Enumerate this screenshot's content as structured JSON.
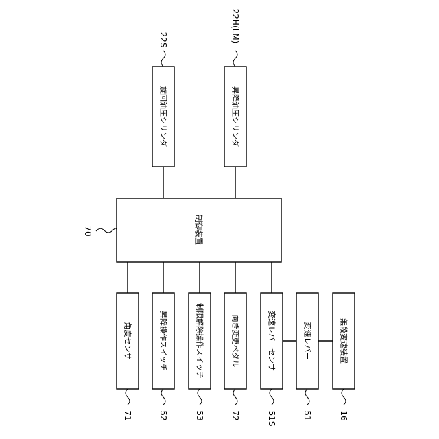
{
  "controller": {
    "ref": "70",
    "label": "制御装置"
  },
  "cylinders": [
    {
      "id": "swing",
      "ref": "22S",
      "label": "旋回油圧シリンダ"
    },
    {
      "id": "lift",
      "ref": "22H(LM)",
      "label": "昇降油圧シリンダ"
    }
  ],
  "inputs": [
    {
      "id": "angle",
      "ref": "71",
      "label": "角度センサ"
    },
    {
      "id": "lift-switch",
      "ref": "52",
      "label": "昇降操作スイッチ"
    },
    {
      "id": "limit-release-switch",
      "ref": "53",
      "label": "制限解除操作スイッチ"
    },
    {
      "id": "direction-pedal",
      "ref": "72",
      "label": "向き変更ペダル"
    },
    {
      "id": "shift-lever-sensor",
      "ref": "51S",
      "label": "変速レバーセンサ"
    },
    {
      "id": "shift-lever",
      "ref": "51",
      "label": "変速レバー"
    },
    {
      "id": "cvt",
      "ref": "16",
      "label": "無段変速装置"
    }
  ]
}
